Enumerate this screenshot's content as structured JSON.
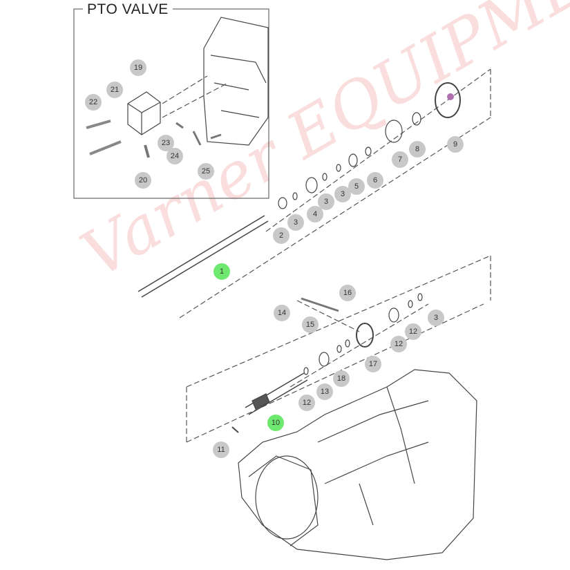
{
  "diagram": {
    "inset_title": "PTO VALVE",
    "watermark": "Varner EQUIPMENT",
    "highlight_color": "#6ee86e",
    "callouts": {
      "c19": "19",
      "c21": "21",
      "c22": "22",
      "c20": "20",
      "c23": "23",
      "c24": "24",
      "c25": "25",
      "c9": "9",
      "c8": "8",
      "c7": "7",
      "c6": "6",
      "c5": "5",
      "c3a": "3",
      "c3b": "3",
      "c4": "4",
      "c3c": "3",
      "c2": "2",
      "c1": "1",
      "c16": "16",
      "c14": "14",
      "c15": "15",
      "c3d": "3",
      "c12a": "12",
      "c12b": "12",
      "c17": "17",
      "c18": "18",
      "c13": "13",
      "c12c": "12",
      "c10": "10",
      "c11": "11"
    }
  }
}
